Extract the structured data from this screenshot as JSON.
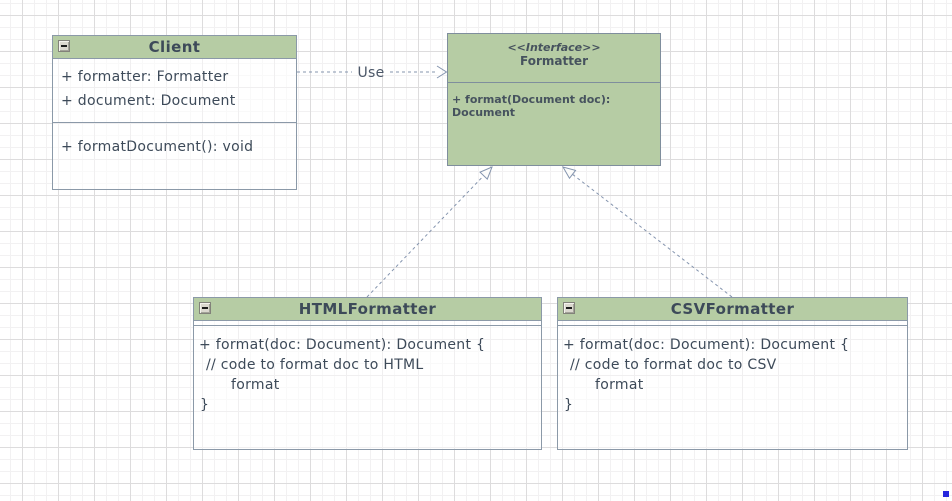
{
  "classes": {
    "client": {
      "title": "Client",
      "attributes": [
        "+ formatter: Formatter",
        "+ document: Document"
      ],
      "methods": [
        "+ formatDocument(): void"
      ]
    },
    "formatter": {
      "stereotype": "<<Interface>>",
      "title": "Formatter",
      "methods": [
        "+ format(Document doc): Document"
      ]
    },
    "html_formatter": {
      "title": "HTMLFormatter",
      "body": [
        "+ format(doc: Document): Document {",
        "// code to format doc to HTML",
        "format",
        "}"
      ]
    },
    "csv_formatter": {
      "title": "CSVFormatter",
      "body": [
        "+ format(doc: Document): Document {",
        "// code to format doc to CSV",
        "format",
        "}"
      ]
    }
  },
  "edges": {
    "dependency": {
      "type": "dependency",
      "label": "Use",
      "from": "Client",
      "to": "Formatter"
    },
    "realization_html": {
      "type": "realization",
      "from": "HTMLFormatter",
      "to": "Formatter"
    },
    "realization_csv": {
      "type": "realization",
      "from": "CSVFormatter",
      "to": "Formatter"
    }
  },
  "colors": {
    "header_fill": "#b6cca4",
    "box_border": "#8b99a8",
    "text": "#3d4a59",
    "interface_text": "#46525e",
    "edge": "#8494ae",
    "grid_minor": "#f2f1f2",
    "grid_major": "#dddcdd",
    "corner_dot": "#2626dd"
  }
}
